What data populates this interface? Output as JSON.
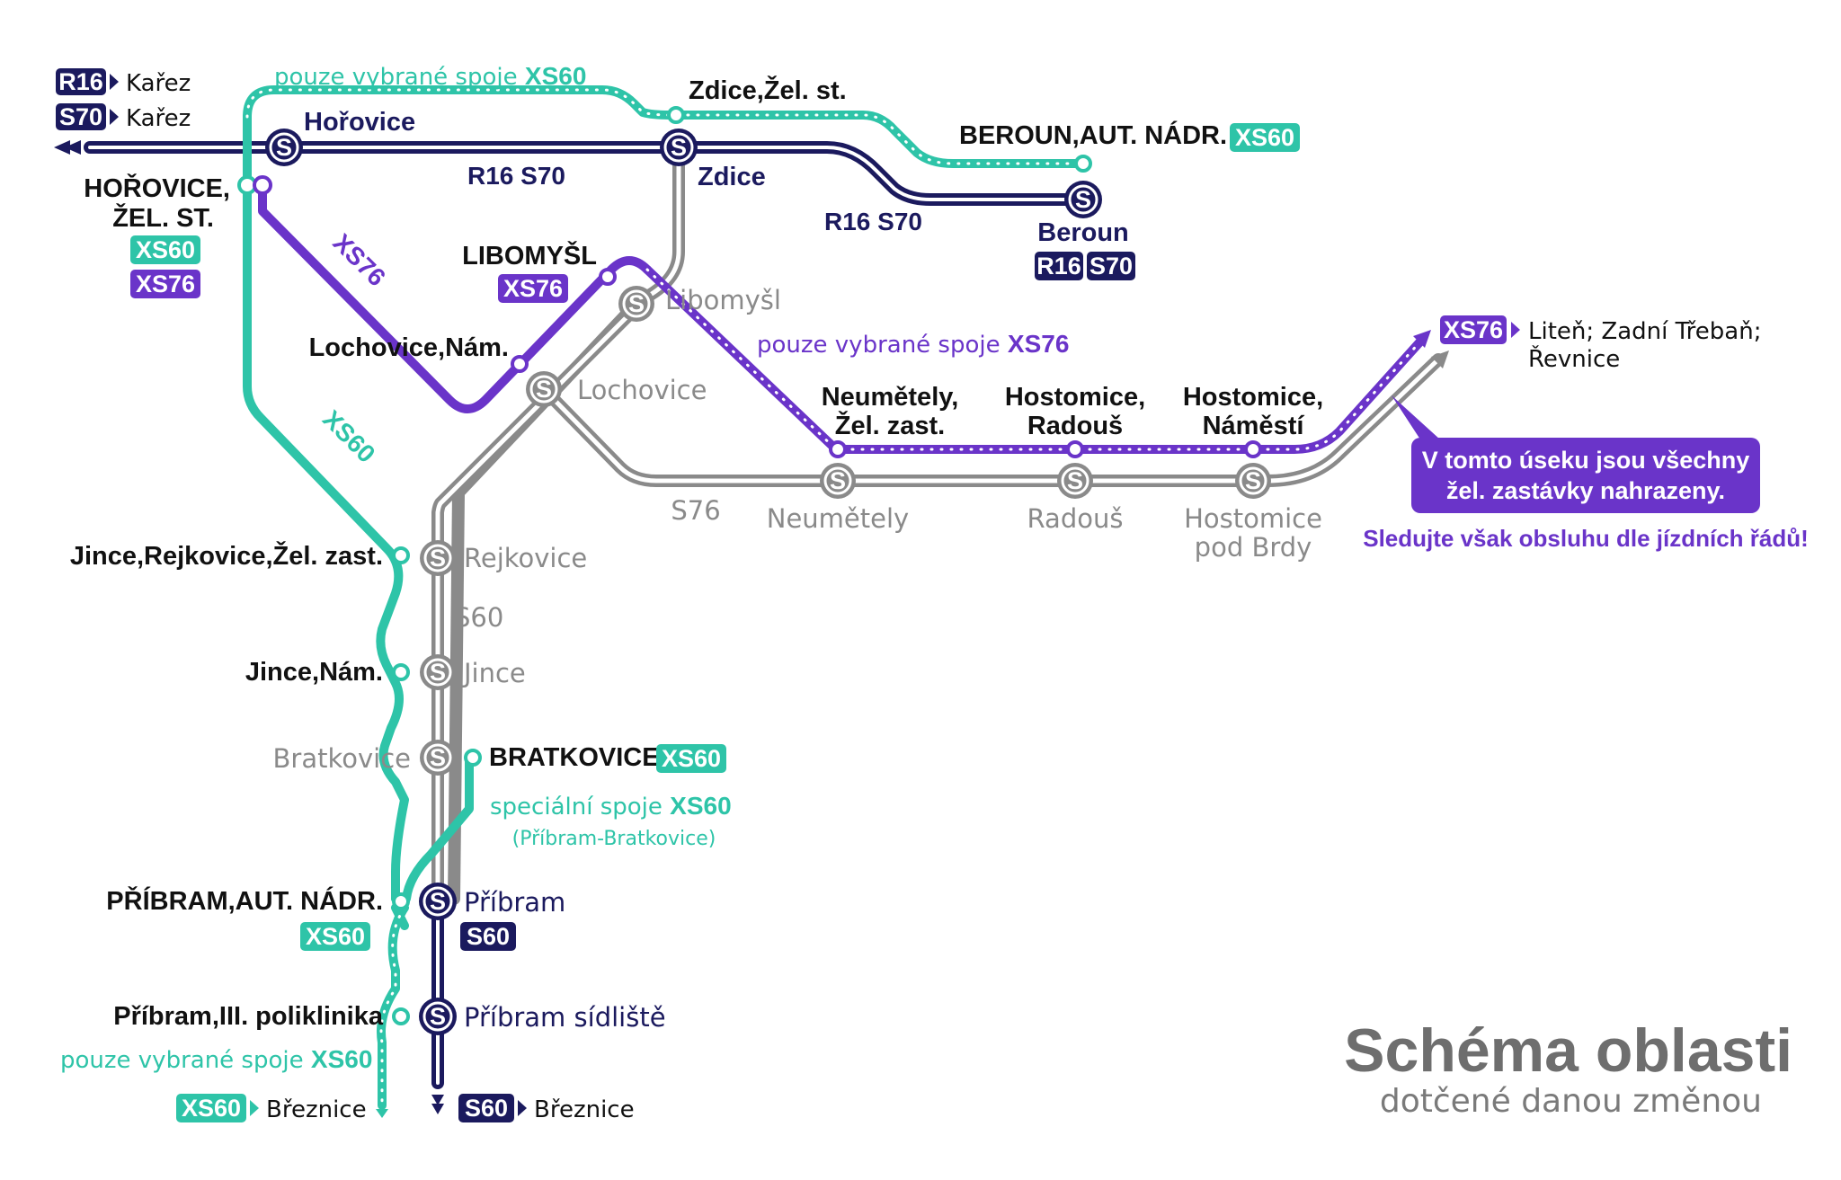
{
  "colors": {
    "teal": "#2ec4a8",
    "purple": "#6a34c9",
    "navy": "#1b1a5e",
    "grey": "#8a8a8a"
  },
  "title": "Schéma oblasti",
  "subtitle": "dotčené danou změnou",
  "legend_top": [
    {
      "line": "R16",
      "dest": "Kařez"
    },
    {
      "line": "S70",
      "dest": "Kařez"
    }
  ],
  "bus_stops": {
    "horovice_zel": {
      "name_1": "HOŘOVICE,",
      "name_2": "ŽEL. ST.",
      "badge_1": "XS60",
      "badge_2": "XS76"
    },
    "zdice_zel": "Zdice,Žel. st.",
    "beroun_aut": "BEROUN,AUT. NÁDR.",
    "beroun_aut_badge": "XS60",
    "libomysl": "LIBOMYŠL",
    "libomysl_badge": "XS76",
    "lochovice_nam": "Lochovice,Nám.",
    "neumetely_1": "Neumětely,",
    "neumetely_2": "Žel. zast.",
    "radous_1": "Hostomice,",
    "radous_2": "Radouš",
    "namesti_1": "Hostomice,",
    "namesti_2": "Náměstí",
    "jince_rejkovice": "Jince,Rejkovice,Žel. zast.",
    "jince_nam": "Jince,Nám.",
    "bratkovice": "BRATKOVICE",
    "bratkovice_badge": "XS60",
    "pribram_aut_1": "PŘÍBRAM,AUT. NÁDR.",
    "pribram_aut_badge": "XS60",
    "pribram_poli": "Příbram,III. poliklinika"
  },
  "rail_stations": {
    "horovice": "Hořovice",
    "zdice": "Zdice",
    "beroun": "Beroun",
    "beroun_badge_1": "R16",
    "beroun_badge_2": "S70",
    "libomysl": "Libomyšl",
    "lochovice": "Lochovice",
    "neumetely": "Neumětely",
    "radous": "Radouš",
    "hostomice_1": "Hostomice",
    "hostomice_2": "pod Brdy",
    "rejkovice": "Rejkovice",
    "jince": "Jince",
    "bratkovice": "Bratkovice",
    "pribram": "Příbram",
    "pribram_badge": "S60",
    "pribram_sidliste": "Příbram sídliště"
  },
  "line_labels": {
    "r16_s70_a": "R16 S70",
    "r16_s70_b": "R16 S70",
    "xs76": "XS76",
    "xs60": "XS60",
    "s76": "S76",
    "s60": "S60"
  },
  "notes": {
    "top_pre": "pouze vybrané spoje",
    "top_line": "XS60",
    "xs76_pre": "pouze vybrané spoje",
    "xs76_line": "XS76",
    "special_pre": "speciální spoje",
    "special_line": "XS60",
    "special_sub": "(Příbram-Bratkovice)",
    "bottom_pre": "pouze vybrané spoje",
    "bottom_line": "XS60"
  },
  "right_dest": {
    "badge": "XS76",
    "line_1": "Liteň; Zadní Třebaň;",
    "line_2": "Řevnice"
  },
  "callout": {
    "line_1": "V tomto úseku jsou všechny",
    "line_2": "žel. zastávky nahrazeny.",
    "foot": "Sledujte však obsluhu dle jízdních řádů!"
  },
  "legend_bottom": [
    {
      "line": "XS60",
      "dest": "Březnice"
    },
    {
      "line": "S60",
      "dest": "Březnice"
    }
  ],
  "rail_icon_letter": "S"
}
